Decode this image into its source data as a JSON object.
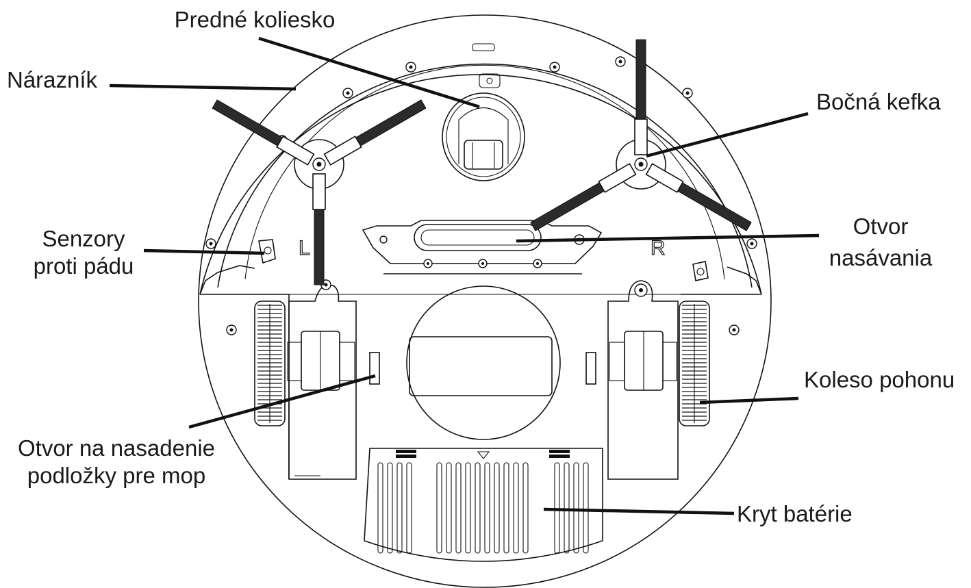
{
  "labels": {
    "predne_koliesko": "Predné koliesko",
    "naraznik": "Nárazník",
    "bocna_kefka": "Bočná kefka",
    "senzory_line1": "Senzory",
    "senzory_line2": "proti pádu",
    "otvor_nasavania_line1": "Otvor",
    "otvor_nasavania_line2": "nasávania",
    "koleso_pohonu": "Koleso pohonu",
    "otvor_mop_line1": "Otvor na nasadenie",
    "otvor_mop_line2": "podložky pre mop",
    "kryt_baterie": "Kryt batérie"
  },
  "markings": {
    "left": "L",
    "right": "R"
  },
  "colors": {
    "line": "#111111",
    "text": "#1a1a1a",
    "background": "#ffffff"
  }
}
